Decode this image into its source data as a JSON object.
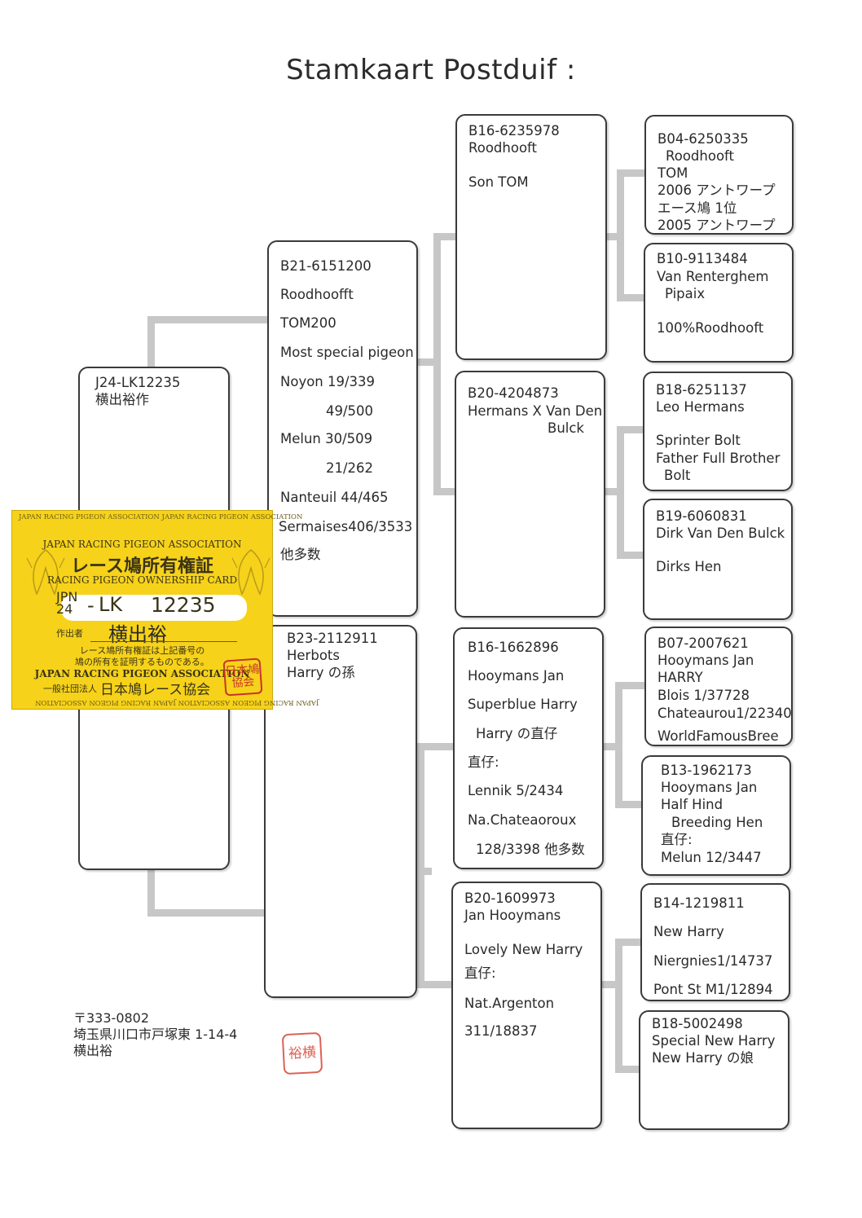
{
  "title": "Stamkaart Postduif :",
  "pigeons": {
    "subject": {
      "lines": [
        "J24-LK12235",
        "横出裕作"
      ]
    },
    "sire": {
      "lines": [
        "B21-6151200",
        "Roodhoofft",
        "TOM200",
        "Most special pigeon",
        "Noyon 19/339",
        "49/500",
        "Melun 30/509",
        "21/262",
        "Nanteuil 44/465",
        "Sermaises406/3533",
        "他多数"
      ]
    },
    "dam": {
      "lines": [
        "B23-2112911",
        "Herbots",
        "Harry の孫"
      ]
    },
    "ss": {
      "lines": [
        "B16-6235978",
        "Roodhooft",
        "Son TOM"
      ]
    },
    "sd": {
      "lines": [
        "B20-4204873",
        "Hermans X Van Den",
        "Bulck"
      ]
    },
    "ds": {
      "lines": [
        "B16-1662896",
        "Hooymans Jan",
        "Superblue Harry",
        "Harry の直仔",
        "直仔:",
        "Lennik 5/2434",
        "Na.Chateaoroux",
        "128/3398 他多数"
      ]
    },
    "dd": {
      "lines": [
        "B20-1609973",
        "Jan Hooymans",
        "Lovely New Harry",
        "直仔:",
        "Nat.Argenton",
        "311/18837"
      ]
    },
    "sss": {
      "lines": [
        "B04-6250335",
        "Roodhooft",
        "TOM",
        "2006 アントワープ",
        "エース鳩 1位",
        "2005 アントワープ"
      ]
    },
    "ssd": {
      "lines": [
        "B10-9113484",
        "Van Renterghem",
        "Pipaix",
        "100%Roodhooft"
      ]
    },
    "sds": {
      "lines": [
        "B18-6251137",
        "Leo Hermans",
        "Sprinter Bolt",
        "Father Full Brother",
        "Bolt"
      ]
    },
    "sdd": {
      "lines": [
        "B19-6060831",
        "Dirk Van Den Bulck",
        "Dirks Hen"
      ]
    },
    "dss": {
      "lines": [
        "B07-2007621",
        "Hooymans Jan",
        "HARRY",
        "Blois 1/37728",
        "Chateaurou1/22340",
        "WorldFamousBree"
      ]
    },
    "dsd": {
      "lines": [
        "B13-1962173",
        "Hooymans Jan",
        "Half Hind",
        "Breeding Hen",
        "直仔:",
        "Melun 12/3447"
      ]
    },
    "dds": {
      "lines": [
        "B14-1219811",
        "New Harry",
        "Niergnies1/14737",
        "Pont St M1/12894"
      ]
    },
    "ddd": {
      "lines": [
        "B18-5002498",
        "Special New Harry",
        "New Harry の娘"
      ]
    }
  },
  "address": {
    "postal": "〒333-0802",
    "street": "埼玉県川口市戸塚東 1-14-4",
    "name": "横出裕"
  },
  "seal_text": "裕横",
  "card": {
    "border_top": "JAPAN RACING PIGEON ASSOCIATION JAPAN RACING PIGEON ASSOCIATION",
    "border_bottom": "JAPAN RACING PIGEON ASSOCIATION JAPAN RACING PIGEON ASSOCIATION",
    "org_en": "JAPAN RACING PIGEON ASSOCIATION",
    "title_jp": "レース鳩所有権証",
    "title_en": "RACING PIGEON OWNERSHIP CARD",
    "jpn": "JPN",
    "year": "24",
    "code": "LK",
    "number": "12235",
    "owner_label": "作出者",
    "owner_name": "横出裕",
    "note1": "レース鳩所有権証は上記番号の",
    "note2": "鳩の所有を証明するものである。",
    "issuer_en": "JAPAN RACING PIGEON ASSOCIATION",
    "issuer_jp_prefix": "一般社団法人",
    "issuer_jp": "日本鳩レース協会",
    "stamp": "日本鳩協会"
  }
}
